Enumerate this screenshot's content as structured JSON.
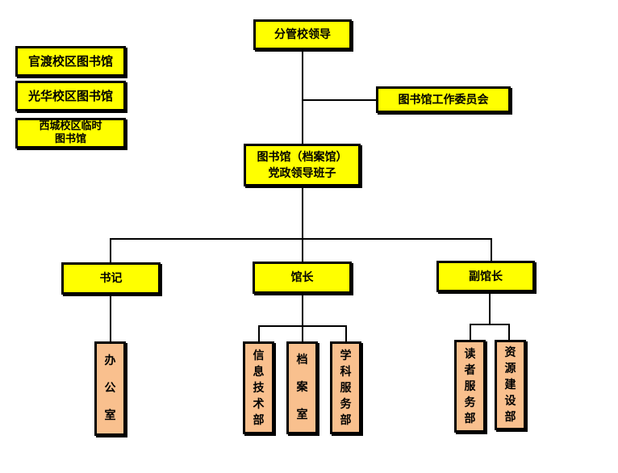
{
  "campus_libraries": [
    {
      "label": "官渡校区图书馆"
    },
    {
      "label": "光华校区图书馆"
    },
    {
      "label": "西城校区临时\n图书馆"
    }
  ],
  "top": {
    "label": "分管校领导"
  },
  "committee": {
    "label": "图书馆工作委员会"
  },
  "leadership": {
    "label": "图书馆（档案馆）\n党政领导班子"
  },
  "roles": [
    {
      "label": "书记"
    },
    {
      "label": "馆长"
    },
    {
      "label": "副馆长"
    }
  ],
  "departments": {
    "secretary": [
      {
        "label": "办\n\n公\n\n室"
      }
    ],
    "director": [
      {
        "label": "信\n息\n技\n术\n部"
      },
      {
        "label": "档\n\n案\n\n室"
      },
      {
        "label": "学\n科\n服\n务\n部"
      }
    ],
    "deputy": [
      {
        "label": "读\n者\n服\n务\n部"
      },
      {
        "label": "资\n源\n建\n设\n部"
      }
    ]
  },
  "colors": {
    "node_fill": "#ffff00",
    "dept_fill": "#f9c08e",
    "border": "#000000"
  }
}
